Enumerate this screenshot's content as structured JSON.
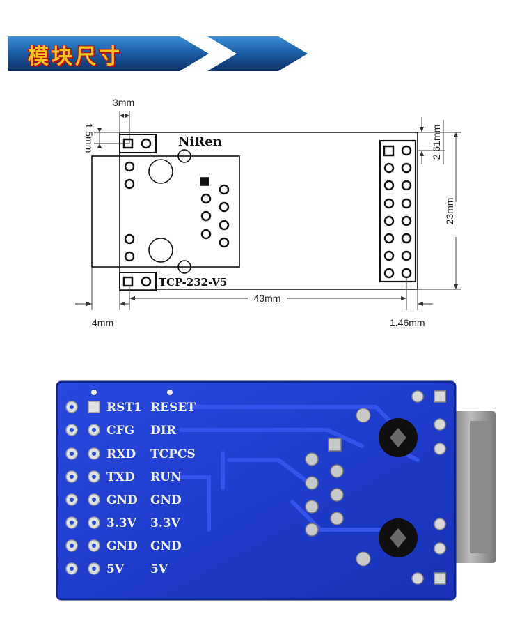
{
  "banner": {
    "title": "模块尺寸"
  },
  "drawing": {
    "labels": {
      "dim_3mm": "3mm",
      "dim_1_5mm": "1.5mm",
      "dim_2_61mm": "2.61mm",
      "dim_23mm": "23mm",
      "dim_43mm": "43mm",
      "dim_4mm": "4mm",
      "dim_1_46mm": "1.46mm",
      "brand": "NiRen",
      "model": "TCP-232-V5"
    }
  },
  "board": {
    "left_labels": [
      "RST1",
      "CFG",
      "RXD",
      "TXD",
      "GND",
      "3.3V",
      "GND",
      "5V"
    ],
    "right_labels": [
      "RESET",
      "DIR",
      "TCPCS",
      "RUN",
      "GND",
      "3.3V",
      "GND",
      "5V"
    ],
    "colors": {
      "pcb": "#1f3fd6",
      "silk": "#f0f0f0",
      "pad": "#d8d8d8"
    }
  }
}
